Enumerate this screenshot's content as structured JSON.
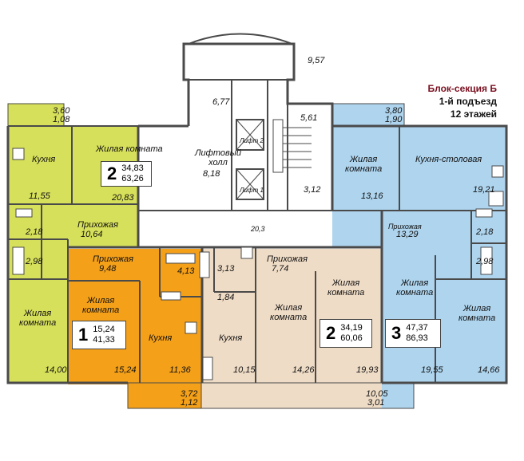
{
  "header": {
    "title": "Блок-секция Б",
    "entrance": "1-й подъезд",
    "floors": "12 этажей"
  },
  "colors": {
    "green": "#d7e05a",
    "blue": "#aed4ee",
    "orange": "#f4a019",
    "beige": "#efdcc6",
    "white": "#ffffff",
    "wall": "#4a4a4a"
  },
  "apartments": [
    {
      "rooms": "2",
      "living": "34,83",
      "total": "63,26"
    },
    {
      "rooms": "1",
      "living": "15,24",
      "total": "41,33"
    },
    {
      "rooms": "2",
      "living": "34,19",
      "total": "60,06"
    },
    {
      "rooms": "3",
      "living": "47,37",
      "total": "86,93"
    }
  ],
  "rooms": {
    "kitchen_a": "Кухня",
    "kitchen_a_area": "11,55",
    "living_a": "Жилая комната",
    "living_a_area": "20,83",
    "hall_a": "Прихожая",
    "hall_a_area": "10,64",
    "bath_a1": "2,18",
    "bath_a2": "2,98",
    "balcony_a1": "3,60",
    "balcony_a2": "1,08",
    "living_b": "Жилая\nкомната",
    "living_b_area": "14,00",
    "lift_hall": "Лифтовый\nхолл",
    "lift_hall_area": "8,18",
    "lift1": "Лифт 1",
    "lift2": "Лифт 2",
    "area_677": "6,77",
    "area_957": "9,57",
    "area_561": "5,61",
    "area_312": "3,12",
    "corridor": "20,3",
    "hall_1": "Прихожая",
    "hall_1_area": "9,48",
    "living_1": "Жилая\nкомната",
    "living_1_area": "15,24",
    "kitchen_1": "Кухня",
    "kitchen_1_area": "11,36",
    "bath_1": "4,13",
    "balcony_1a": "3,72",
    "balcony_1b": "1,12",
    "hall_2": "Прихожая",
    "hall_2_area": "7,74",
    "bath_2a": "3,13",
    "bath_2b": "1,84",
    "kitchen_2": "Кухня",
    "kitchen_2_area": "10,15",
    "living_2a": "Жилая\nкомната",
    "living_2a_area": "14,26",
    "living_2b": "Жилая\nкомната",
    "living_2b_area": "19,93",
    "balcony_2a": "10,05",
    "balcony_2b": "3,01",
    "living_3a": "Жилая\nкомната",
    "living_3a_area": "13,16",
    "kitchen_3": "Кухня-столовая",
    "kitchen_3_area": "19,21",
    "hall_3": "Прихожая",
    "hall_3_area": "13,29",
    "bath_3a": "2,18",
    "bath_3b": "2,98",
    "living_3b": "Жилая\nкомната",
    "living_3b_area": "19,55",
    "living_3c": "Жилая\nкомната",
    "living_3c_area": "14,66",
    "balcony_3a": "3,80",
    "balcony_3b": "1,90"
  }
}
